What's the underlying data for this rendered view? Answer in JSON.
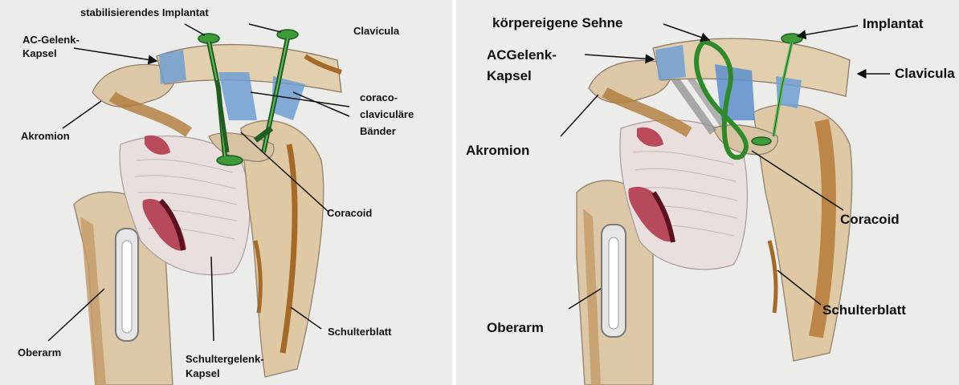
{
  "colors": {
    "paper": "#ececeb",
    "bone": "#ddc9a8",
    "bone_shade": "#b98a55",
    "brown": "#9a6630",
    "ligament_blue": "#6f9fd3",
    "implant_green": "#3f9a3a",
    "implant_dark": "#1f5e20",
    "muscle_red": "#8e2434",
    "pencil": "#8a8a8a"
  },
  "left_panel": {
    "labels": {
      "implant": "stabilisierendes Implantat",
      "clavicula": "Clavicula",
      "ac_line1": "AC-Gelenk-",
      "ac_line2": "Kapsel",
      "cc_line1": "coraco-",
      "cc_line2": "claviculäre",
      "cc_line3": "Bänder",
      "akromion": "Akromion",
      "coracoid": "Coracoid",
      "oberarm": "Oberarm",
      "schulterblatt": "Schulterblatt",
      "sg_line1": "Schultergelenk-",
      "sg_line2": "Kapsel"
    }
  },
  "right_panel": {
    "labels": {
      "tendon": "körpereigene Sehne",
      "implant": "Implantat",
      "ac_line1": "ACGelenk-",
      "ac_line2": "Kapsel",
      "clavicula": "Clavicula",
      "akromion": "Akromion",
      "coracoid": "Coracoid",
      "schulterblatt": "Schulterblatt",
      "oberarm": "Oberarm"
    }
  }
}
